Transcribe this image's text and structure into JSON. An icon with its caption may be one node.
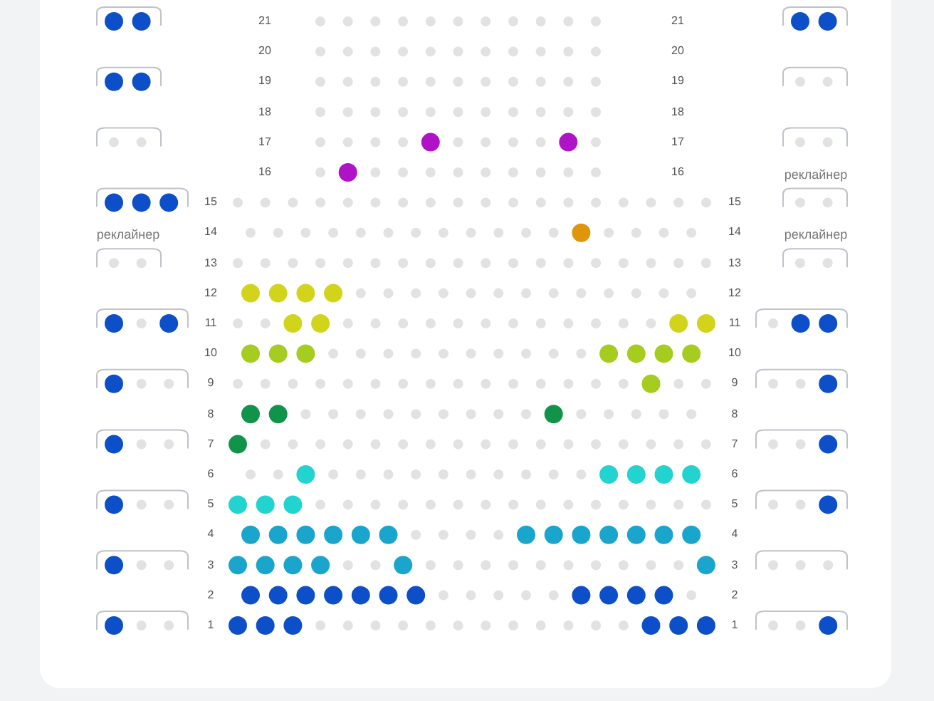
{
  "diagram": {
    "labels": [
      "21",
      "21",
      "20",
      "20",
      "19",
      "19",
      "18",
      "18",
      "17",
      "17",
      "16",
      "16",
      "реклайнер",
      "15",
      "15",
      "реклайнер",
      "14",
      "14",
      "реклайнер",
      "13",
      "13",
      "12",
      "12",
      "11",
      "11",
      "10",
      "10",
      "9",
      "9",
      "8",
      "8",
      "7",
      "7",
      "6",
      "6",
      "5",
      "5",
      "4",
      "4",
      "3",
      "3",
      "2",
      "2",
      "1",
      "1"
    ]
  }
}
